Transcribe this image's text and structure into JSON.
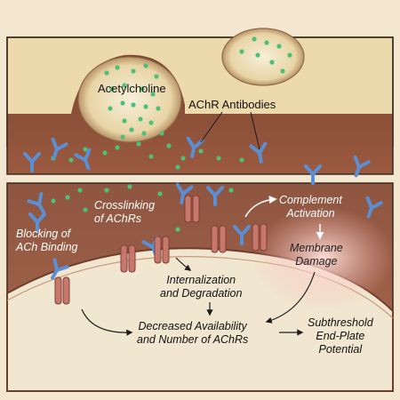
{
  "labels": {
    "acetylcholine": "Acetylcholine",
    "achr_antibodies": "AChR Antibodies",
    "blocking_line1": "Blocking of",
    "blocking_line2": "ACh Binding",
    "crosslinking_line1": "Crosslinking",
    "crosslinking_line2": "of AChRs",
    "complement_line1": "Complement",
    "complement_line2": "Activation",
    "membrane_line1": "Membrane",
    "membrane_line2": "Damage",
    "internalization_line1": "Internalization",
    "internalization_line2": "and Degradation",
    "decreased_line1": "Decreased Availability",
    "decreased_line2": "and Number of AChRs",
    "subthreshold_line1": "Subthreshold",
    "subthreshold_line2": "End-Plate",
    "subthreshold_line3": "Potential"
  },
  "colors": {
    "background": "#f3e7cf",
    "nerve_terminal": "#ecd9ac",
    "cleft": "#8a5237",
    "muscle": "#9a5d45",
    "antibody": "#5b8fd4",
    "vesicle": "#4fbf7a",
    "receptor": "#c8776b",
    "text": "#111111",
    "text_on_dark": "#ffffff"
  }
}
